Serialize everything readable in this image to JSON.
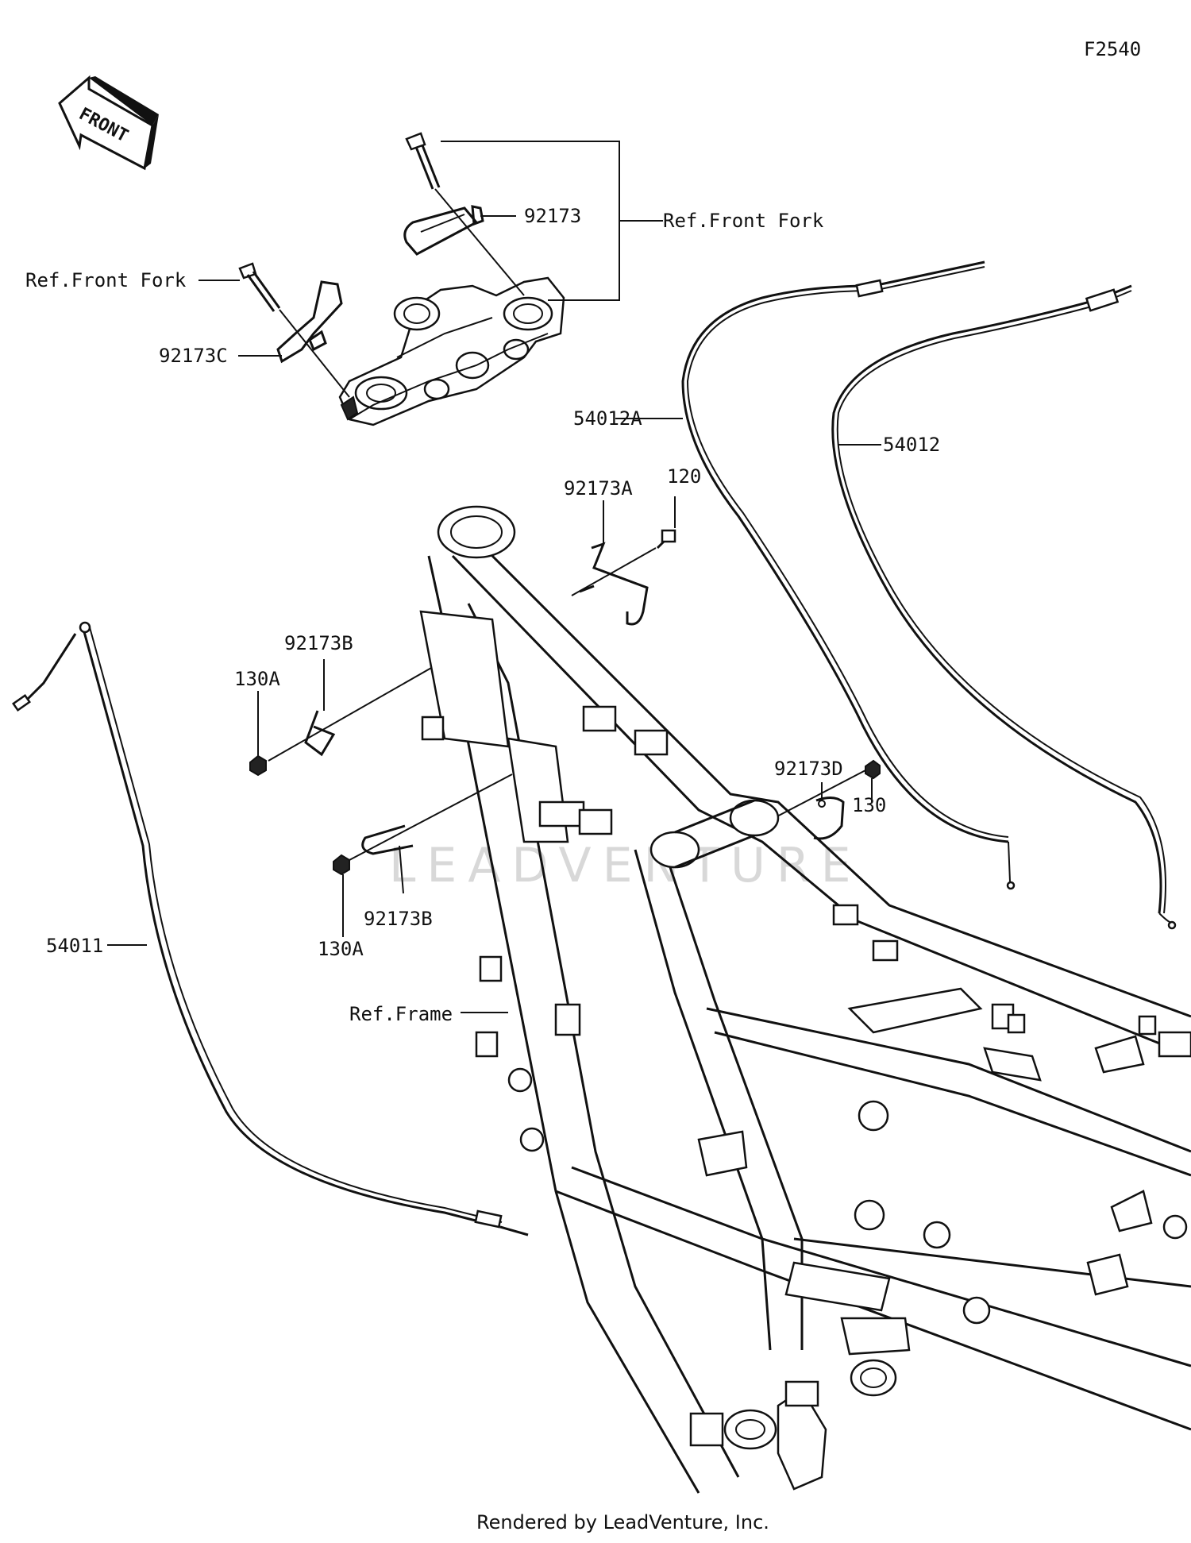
{
  "diagram_code": "F2540",
  "front_arrow": {
    "text": "FRONT",
    "icon": "front-direction-arrow-icon"
  },
  "watermark": "LEADVENTURE",
  "labels": {
    "ref_front_fork_top": "Ref.Front Fork",
    "ref_front_fork_left": "Ref.Front Fork",
    "p92173": "92173",
    "p92173C": "92173C",
    "p54012A": "54012A",
    "p54012": "54012",
    "p92173A": "92173A",
    "p120": "120",
    "p92173B_upper": "92173B",
    "p130A_upper": "130A",
    "p92173D": "92173D",
    "p130": "130",
    "p92173B_lower": "92173B",
    "p130A_lower": "130A",
    "p54011": "54011",
    "ref_frame": "Ref.Frame"
  },
  "footer": "Rendered by LeadVenture, Inc."
}
